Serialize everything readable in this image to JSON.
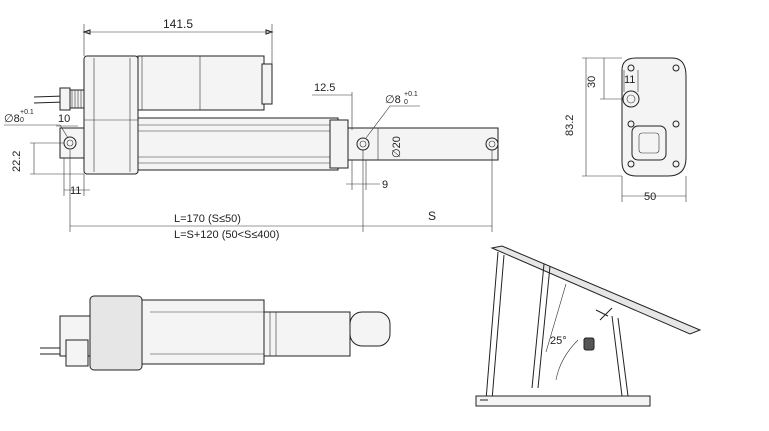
{
  "dimensions": {
    "overall_length": "141.5",
    "rod_eye_offset": "12.5",
    "front_hole_dia": "∅8",
    "front_hole_tol": "+0.1",
    "front_hole_tol_low": "0",
    "rear_hole_dia": "∅8",
    "rear_hole_tol": "+0.1",
    "rear_hole_tol_low": "0",
    "rear_offset": "10",
    "rear_height": "22.2",
    "rear_width": "11",
    "rod_dia": "∅20",
    "rod_offset": "9",
    "formula_1": "L=170 (S≤50)",
    "formula_2": "L=S+120 (50<S≤400)",
    "stroke": "S",
    "end_dim_30": "30",
    "end_dim_11": "11",
    "end_height": "83.2",
    "end_width": "50"
  },
  "installation": {
    "angle": "25°"
  }
}
